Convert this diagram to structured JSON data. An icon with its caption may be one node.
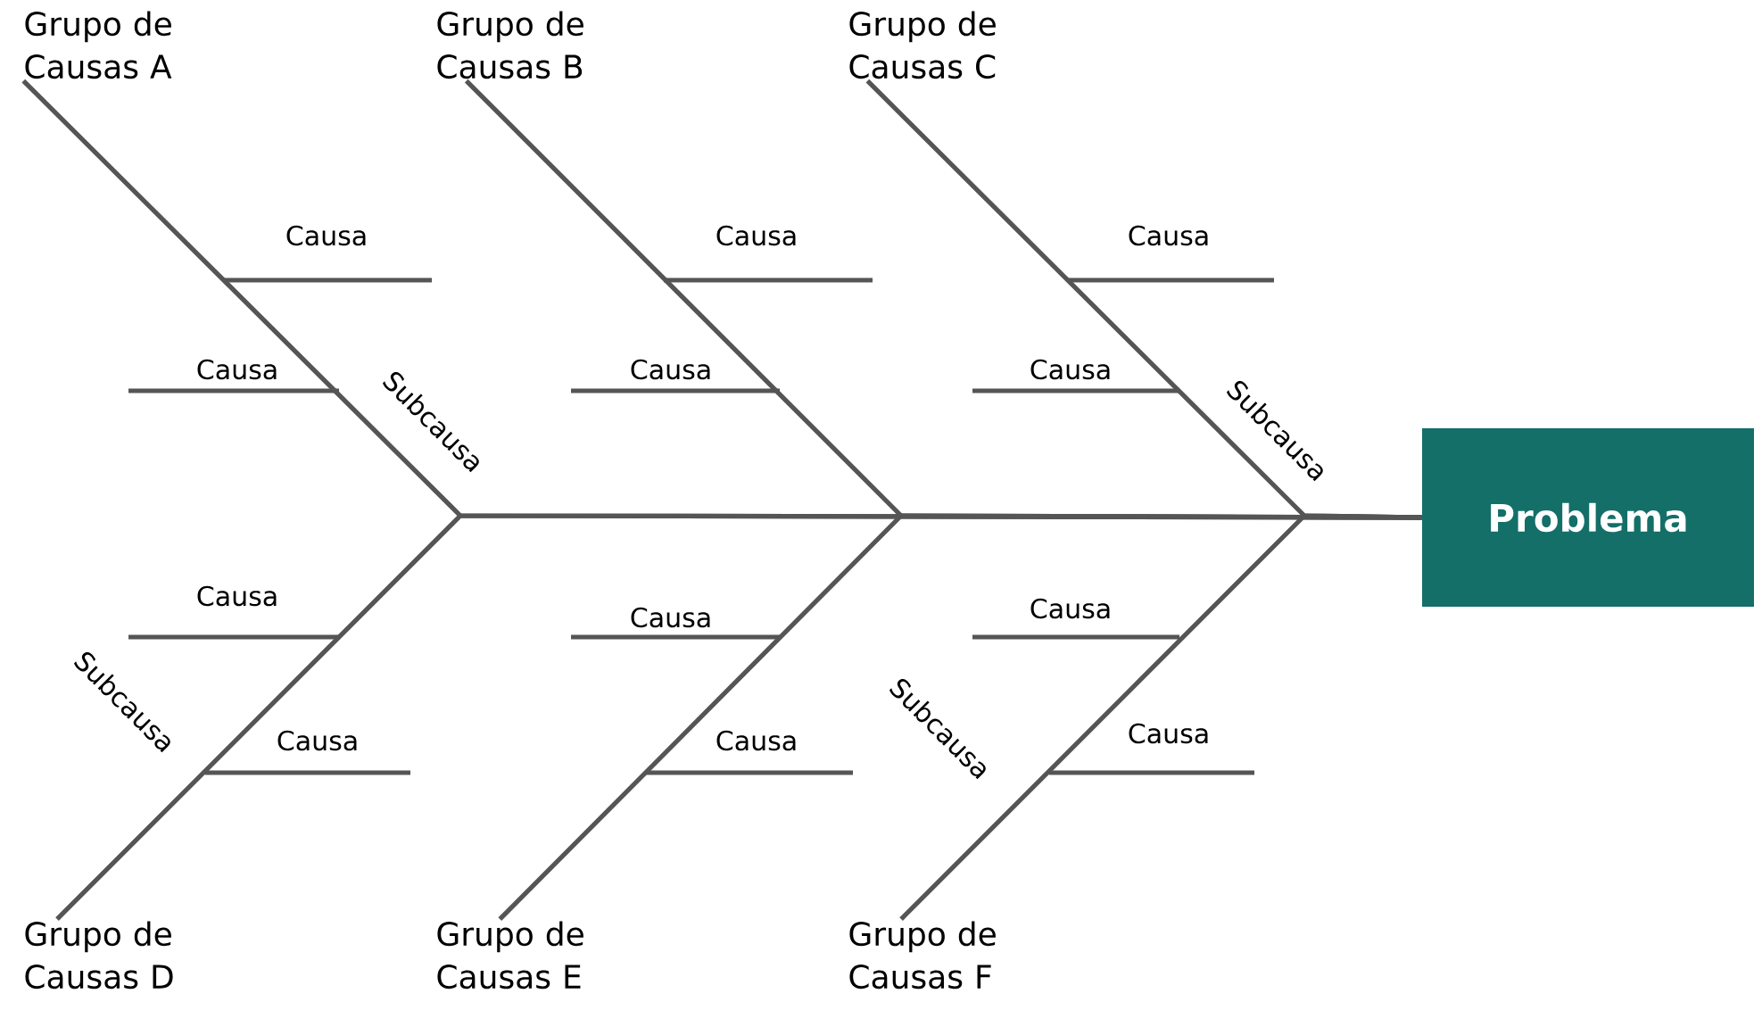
{
  "diagram": {
    "nodes": [
      {
        "text": [
          "Grupo de Causas A"
        ]
      },
      {
        "text": [
          "Grupo de Causas B"
        ]
      },
      {
        "text": [
          "Grupo de Causas C"
        ]
      },
      {
        "text": [
          "Grupo de Causas D"
        ]
      },
      {
        "text": [
          "Grupo de Causas E"
        ]
      },
      {
        "text": [
          "Grupo de Causas F"
        ]
      },
      {
        "text": [
          "Problema"
        ]
      }
    ],
    "edges": [
      {
        "from": 0,
        "to": 6,
        "arrow": "none"
      },
      {
        "from": 1,
        "to": 6,
        "arrow": "none"
      },
      {
        "from": 2,
        "to": 6,
        "arrow": "none"
      },
      {
        "from": 3,
        "to": 6,
        "arrow": "none"
      },
      {
        "from": 4,
        "to": 6,
        "arrow": "none"
      },
      {
        "from": 5,
        "to": 6,
        "arrow": "none"
      }
    ],
    "labels": [
      "Causa",
      "Causa",
      "Causa",
      "Causa",
      "Subcausa",
      "Causa",
      "Causa",
      "Subcausa",
      "Causa",
      "Causa",
      "Causa",
      "Subcausa",
      "Subcausa",
      "Causa",
      "Causa",
      "Causa"
    ]
  }
}
